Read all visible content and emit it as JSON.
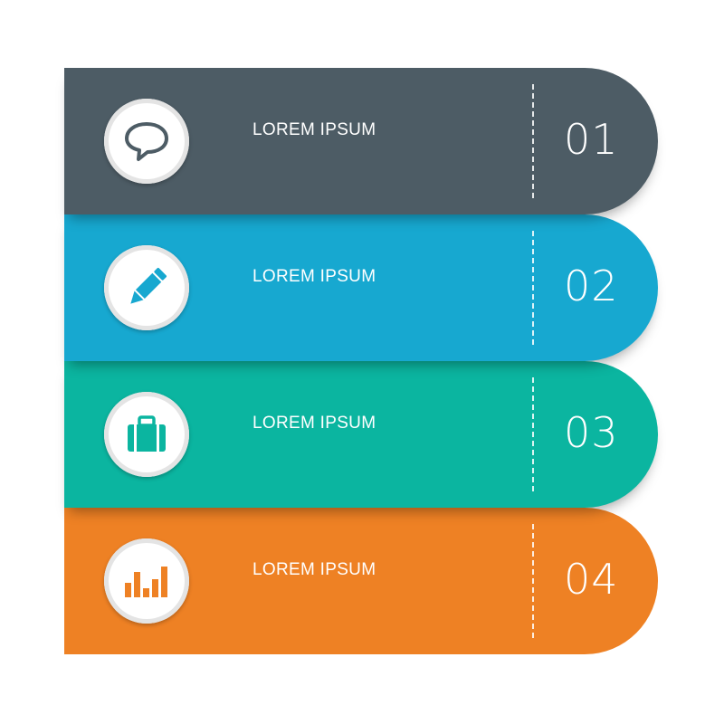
{
  "items": [
    {
      "title": "LOREM IPSUM",
      "number": "01",
      "color": "#4d5c65",
      "icon": "speech-bubble-icon"
    },
    {
      "title": "LOREM IPSUM",
      "number": "02",
      "color": "#17a8d0",
      "icon": "pencil-icon"
    },
    {
      "title": "LOREM IPSUM",
      "number": "03",
      "color": "#0bb5a0",
      "icon": "briefcase-icon"
    },
    {
      "title": "LOREM IPSUM",
      "number": "04",
      "color": "#ee8124",
      "icon": "bar-chart-icon"
    }
  ]
}
